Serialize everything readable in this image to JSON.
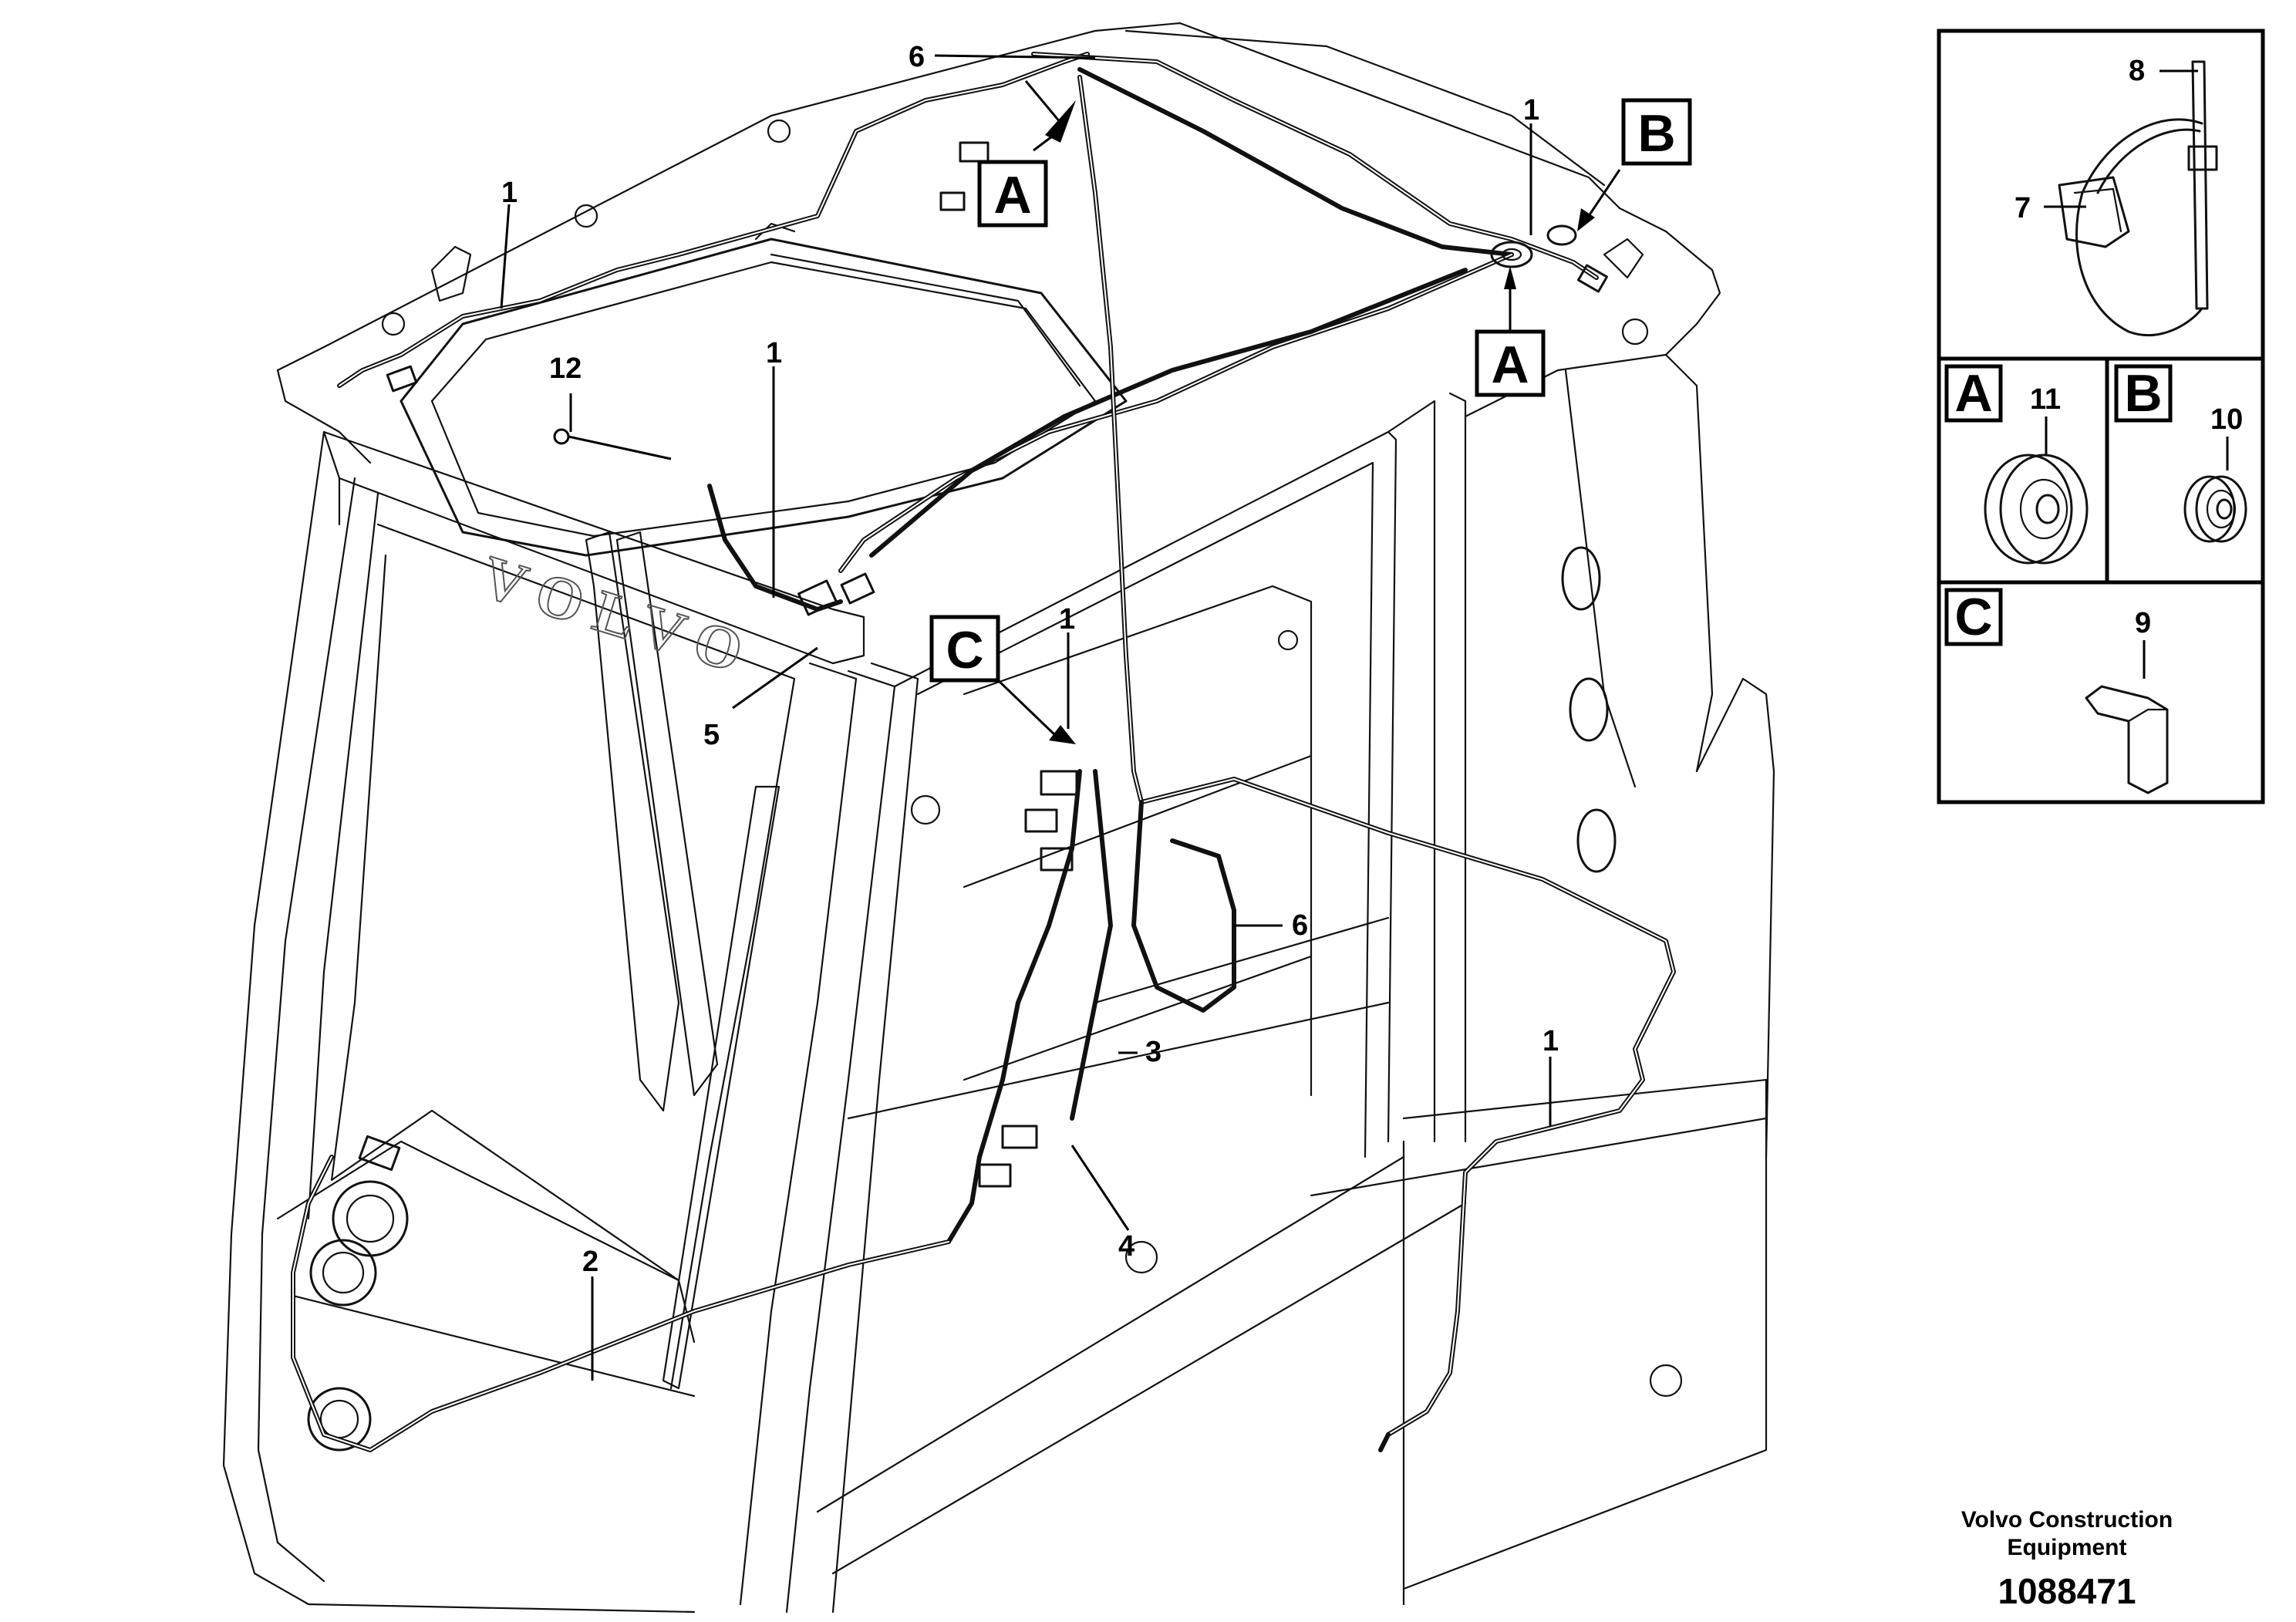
{
  "callouts": {
    "c1_top": "1",
    "c1_roof": "1",
    "c1_mid": "1",
    "c1_pillar": "1",
    "c1_rear": "1",
    "c2": "2",
    "c3": "3",
    "c4": "4",
    "c5": "5",
    "c6_top": "6",
    "c6_mid": "6",
    "c12": "12"
  },
  "detail_boxes": {
    "a_top": "A",
    "a_right": "A",
    "b_right": "B",
    "c_pillar": "C"
  },
  "inset": {
    "top_item_7": "7",
    "top_item_8": "8",
    "panel_a_letter": "A",
    "panel_a_item": "11",
    "panel_b_letter": "B",
    "panel_b_item": "10",
    "panel_c_letter": "C",
    "panel_c_item": "9"
  },
  "footer": {
    "brand_line1": "Volvo Construction",
    "brand_line2": "Equipment",
    "reference": "1088471"
  },
  "embossed_text": "VOLVO"
}
